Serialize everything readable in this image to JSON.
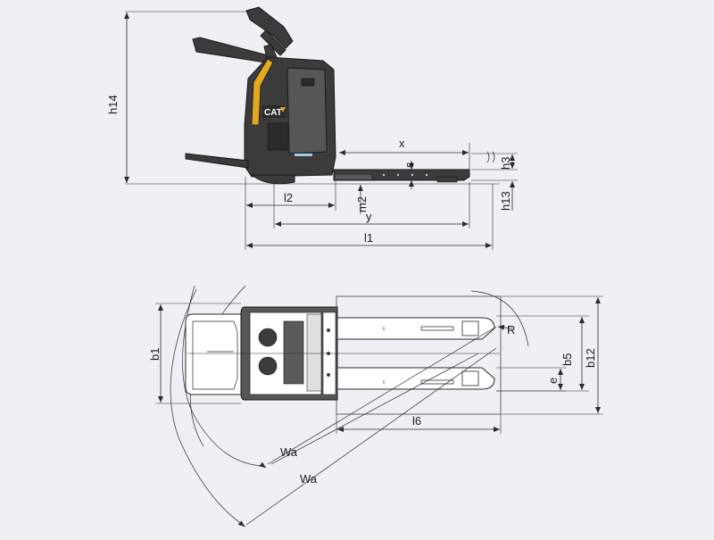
{
  "labels": {
    "h14": "h14",
    "x": "x",
    "s": "s",
    "h3": "h3",
    "h13": "h13",
    "l2": "l2",
    "m2": "m2",
    "y": "y",
    "l1": "l1",
    "b1": "b1",
    "R": "R",
    "b5": "b5",
    "b12": "b12",
    "e": "e",
    "l6": "l6",
    "wa1": "Wa",
    "wa2": "Wa"
  },
  "brand_logo_text": "CAT",
  "colors": {
    "background": "#eef0f3",
    "machine_body": "#3b3b3b",
    "accent_yellow": "#e3a81f",
    "lines": "#2a2a2a"
  }
}
